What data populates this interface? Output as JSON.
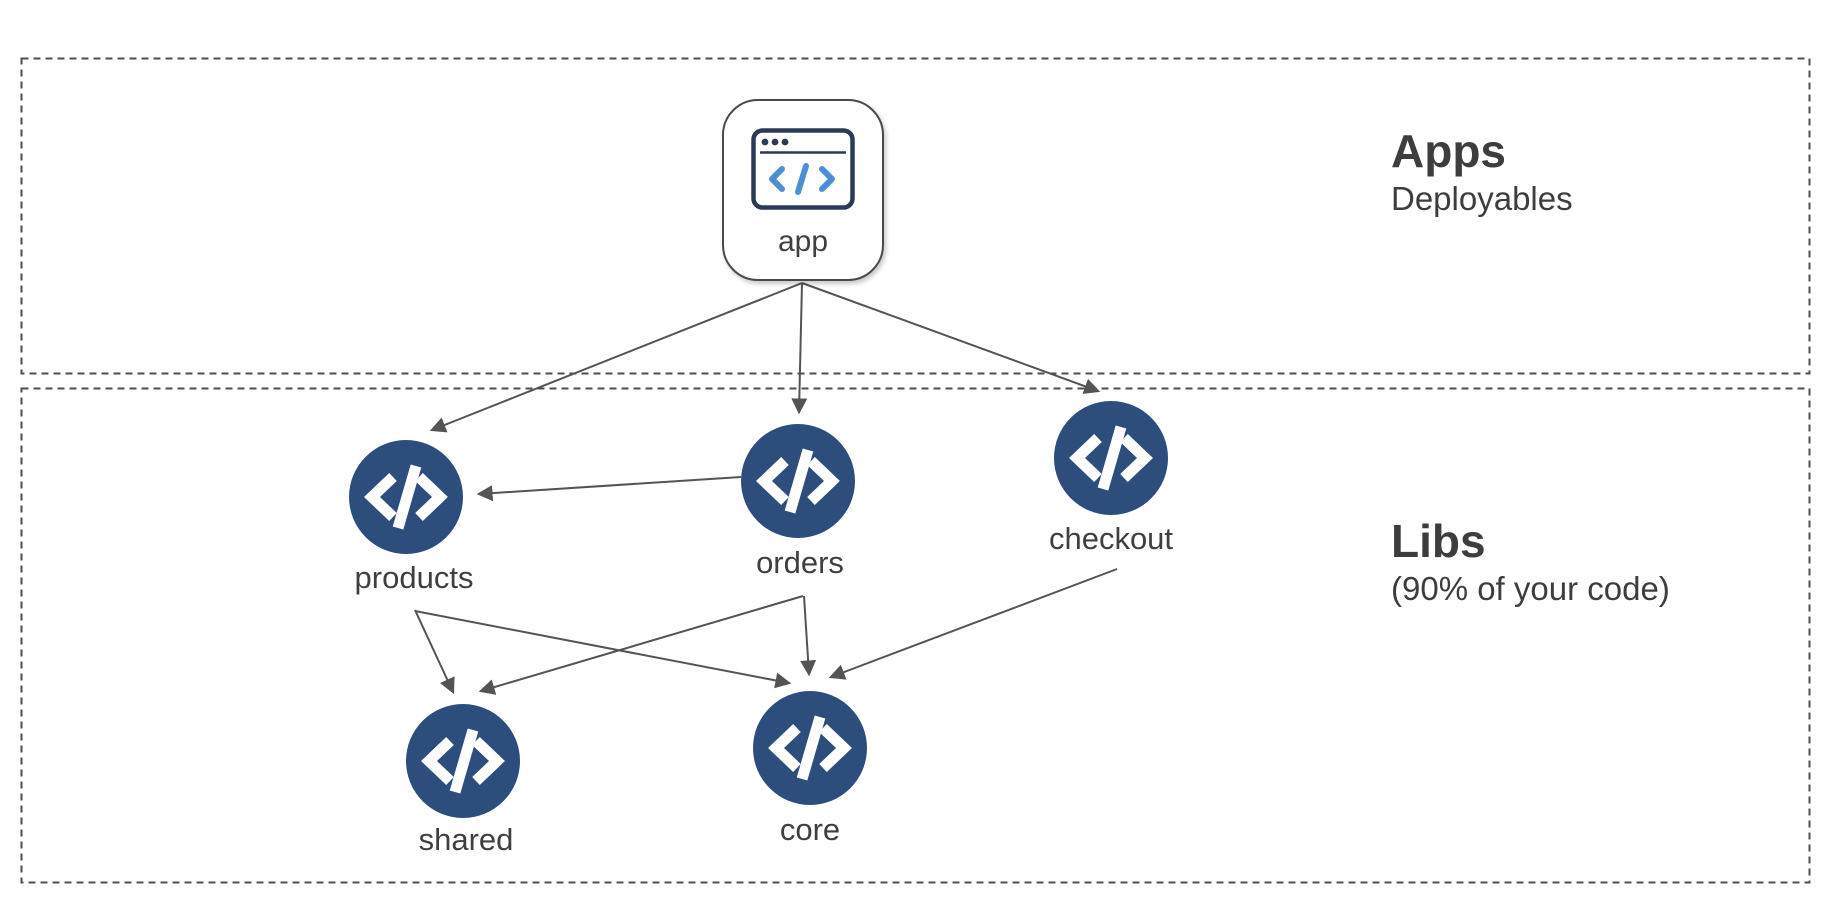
{
  "sections": {
    "apps": {
      "title": "Apps",
      "subtitle": "Deployables"
    },
    "libs": {
      "title": "Libs",
      "subtitle": "(90% of your code)"
    }
  },
  "nodes": {
    "app": {
      "label": "app",
      "kind": "application"
    },
    "products": {
      "label": "products",
      "kind": "library"
    },
    "orders": {
      "label": "orders",
      "kind": "library"
    },
    "checkout": {
      "label": "checkout",
      "kind": "library"
    },
    "shared": {
      "label": "shared",
      "kind": "library"
    },
    "core": {
      "label": "core",
      "kind": "library"
    }
  },
  "edges": [
    {
      "from": "app",
      "to": "products"
    },
    {
      "from": "app",
      "to": "orders"
    },
    {
      "from": "app",
      "to": "checkout"
    },
    {
      "from": "orders",
      "to": "products"
    },
    {
      "from": "products",
      "to": "shared"
    },
    {
      "from": "products",
      "to": "core"
    },
    {
      "from": "orders",
      "to": "shared"
    },
    {
      "from": "orders",
      "to": "core"
    },
    {
      "from": "checkout",
      "to": "core"
    }
  ],
  "colors": {
    "node_fill": "#2d4e7c",
    "icon_blue": "#4c8fd5",
    "icon_navy": "#2b3a55",
    "edge_line": "#545454",
    "text": "#3f3f3f",
    "dashed_border": "#4f4f4f",
    "background": "#ffffff"
  }
}
